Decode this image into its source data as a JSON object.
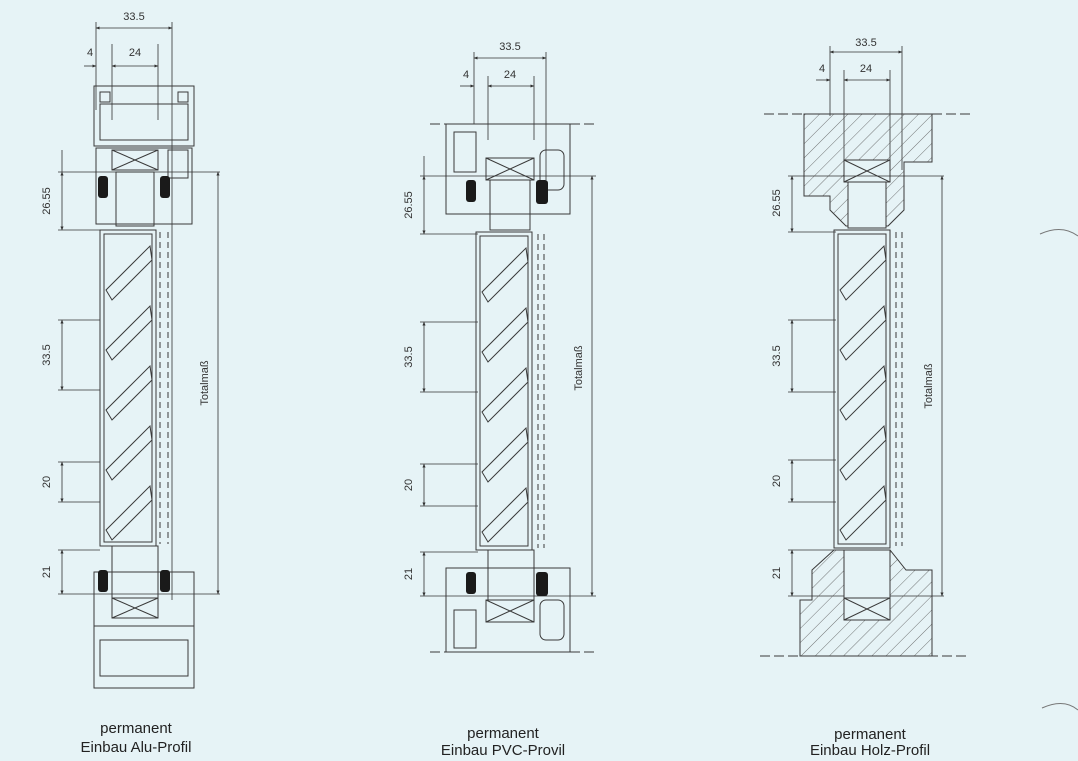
{
  "sections": [
    {
      "dims": {
        "total_width": "33.5",
        "inset": "4",
        "inner_width": "24",
        "top": "26.55",
        "pitch": "33.5",
        "slat": "20",
        "bottom": "21",
        "total": "Totalmaß"
      },
      "caption": {
        "line1": "permanent",
        "line2": "Einbau Alu-Profil"
      }
    },
    {
      "dims": {
        "total_width": "33.5",
        "inset": "4",
        "inner_width": "24",
        "top": "26.55",
        "pitch": "33.5",
        "slat": "20",
        "bottom": "21",
        "total": "Totalmaß"
      },
      "caption": {
        "line1": "permanent",
        "line2": "Einbau PVC-Provil"
      }
    },
    {
      "dims": {
        "total_width": "33.5",
        "inset": "4",
        "inner_width": "24",
        "top": "26.55",
        "pitch": "33.5",
        "slat": "20",
        "bottom": "21",
        "total": "Totalmaß"
      },
      "caption": {
        "line1": "permanent",
        "line2": "Einbau Holz-Profil"
      }
    }
  ],
  "colors": {
    "background": "#e6f3f6",
    "line": "#3a3a3a",
    "seal": "#1a1a1a"
  }
}
